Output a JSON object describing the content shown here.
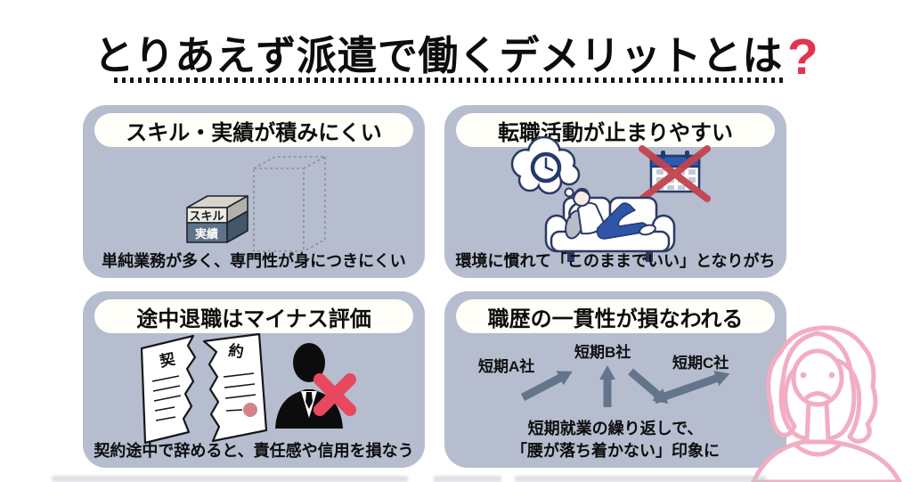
{
  "title": {
    "text": "とりあえず派遣で働くデメリットとは",
    "question_mark": "?"
  },
  "panels": {
    "skill": {
      "header": "スキル・実績が積みにくい",
      "caption": "単純業務が多く、専門性が身につきにくい",
      "box_top": "スキル",
      "box_bottom": "実績"
    },
    "stall": {
      "header": "転職活動が止まりやすい",
      "caption": "環境に慣れて「このままでいい」となりがち"
    },
    "quit": {
      "header": "途中退職はマイナス評価",
      "caption": "契約途中で辞めると、責任感や信用を損なう",
      "contract_left": "契",
      "contract_right": "約"
    },
    "history": {
      "header": "職歴の一貫性が損なわれる",
      "caption_line1": "短期就業の繰り返しで、",
      "caption_line2": "「腰が落ち着かない」印象に",
      "company_a": "短期A社",
      "company_b": "短期B社",
      "company_c": "短期C社"
    }
  },
  "icons": {
    "question_mark": "question-mark",
    "clock": "clock",
    "calendar_crossed": "calendar-crossed",
    "red_cross": "red-cross",
    "arrows": "career-hop-arrows"
  },
  "colors": {
    "panel_bg": "#b5bdcf",
    "pill_bg": "#fffef8",
    "title_text": "#0d0d0d",
    "accent_red": "#e1354f",
    "cross_red": "#e8495e",
    "calendar_cross_red": "#c4434e",
    "arrow_gray": "#64748b",
    "navy": "#2b3a64",
    "skill_box_face": "#edeae1",
    "result_box_face": "#5e7389",
    "woman_pink": "#f2adc4"
  }
}
